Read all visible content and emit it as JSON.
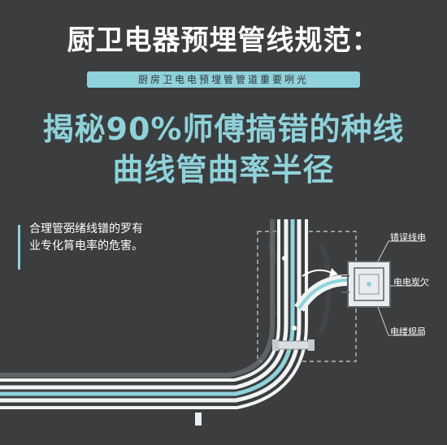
{
  "title": "厨卫电器预埋管线规范：",
  "subtitle": "厨房卫电电预埋管管道重要咧光",
  "headline_line1": "揭秘90%师傅搞错的种线",
  "headline_line2": "曲线管曲率半径",
  "note_text": "合理管弼绪线镨的罗有业专化筲电率的危害。",
  "labels": {
    "top": "错误线电",
    "middle": "电电炭欠",
    "bottom": "电缕规局"
  },
  "colors": {
    "background": "#3b3d3f",
    "accent": "#8fd2da",
    "pipe": "#e9eef0"
  }
}
